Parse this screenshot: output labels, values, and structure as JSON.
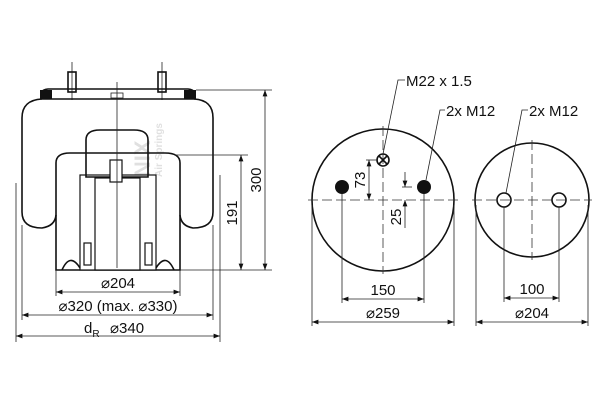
{
  "watermark": {
    "brand": "PHOENIX",
    "tagline": "Air Springs"
  },
  "side_view": {
    "height_total": "300",
    "height_piston": "191",
    "dia_piston": "⌀204",
    "dia_bellow": "⌀320 (max. ⌀330)",
    "dr_label": "d",
    "dr_sub": "R",
    "dia_dr": "⌀340"
  },
  "top_plate": {
    "thread_label": "M22 x 1.5",
    "studs_label": "2x M12",
    "offset_73": "73",
    "offset_25": "25",
    "stud_spacing": "150",
    "diameter": "⌀259"
  },
  "bottom_plate": {
    "studs_label": "2x M12",
    "stud_spacing": "100",
    "diameter": "⌀204"
  }
}
